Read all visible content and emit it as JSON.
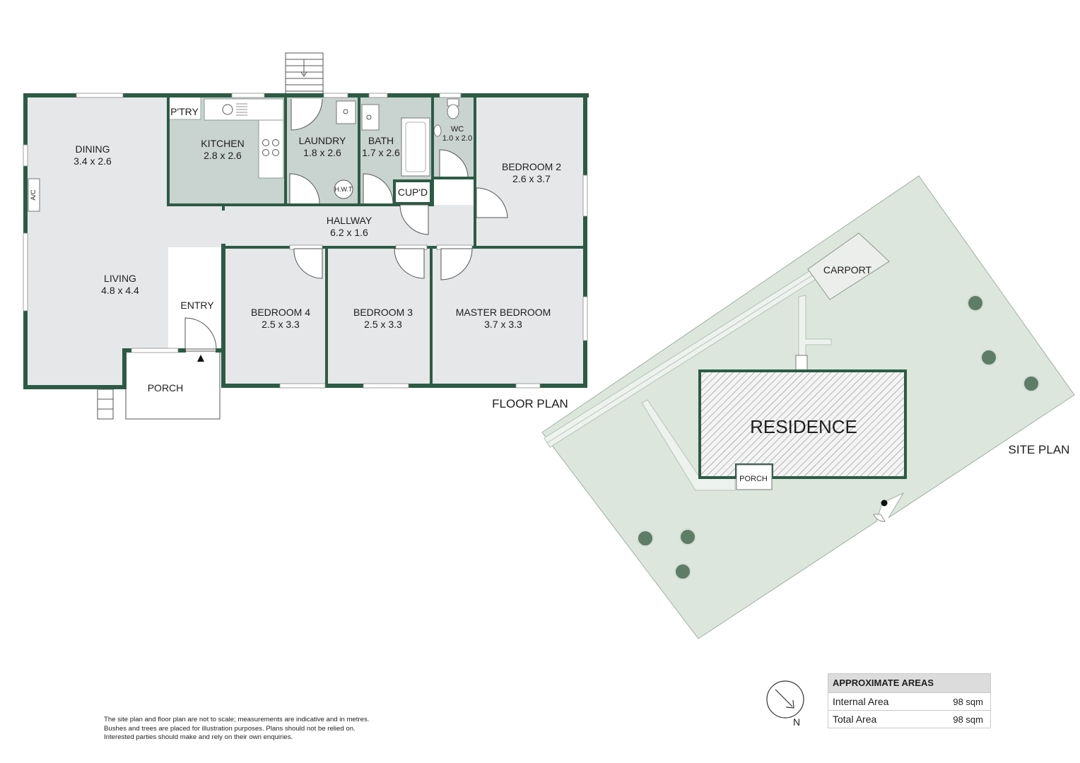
{
  "floor_plan": {
    "title": "FLOOR PLAN",
    "rooms": {
      "dining": {
        "name": "DINING",
        "size": "3.4 x 2.6"
      },
      "kitchen": {
        "name": "KITCHEN",
        "size": "2.8 x 2.6"
      },
      "pantry": {
        "name": "P'TRY"
      },
      "laundry": {
        "name": "LAUNDRY",
        "size": "1.8 x 2.6"
      },
      "bath": {
        "name": "BATH",
        "size": "1.7 x 2.6"
      },
      "wc": {
        "name": "WC",
        "size": "1.0 x 2.0"
      },
      "bedroom2": {
        "name": "BEDROOM 2",
        "size": "2.6 x 3.7"
      },
      "cupboard": {
        "name": "CUP'D"
      },
      "hallway": {
        "name": "HALLWAY",
        "size": "6.2 x 1.6"
      },
      "living": {
        "name": "LIVING",
        "size": "4.8 x 4.4"
      },
      "entry": {
        "name": "ENTRY"
      },
      "bedroom4": {
        "name": "BEDROOM 4",
        "size": "2.5 x 3.3"
      },
      "bedroom3": {
        "name": "BEDROOM 3",
        "size": "2.5 x 3.3"
      },
      "master": {
        "name": "MASTER BEDROOM",
        "size": "3.7 x 3.3"
      },
      "porch": {
        "name": "PORCH"
      }
    },
    "fixtures": {
      "hwt": "H.W.T",
      "ac": "A/C"
    }
  },
  "site_plan": {
    "title": "SITE PLAN",
    "residence": "RESIDENCE",
    "carport": "CARPORT",
    "porch": "PORCH"
  },
  "compass": {
    "label": "N"
  },
  "areas": {
    "header": "APPROXIMATE AREAS",
    "rows": [
      {
        "label": "Internal Area",
        "value": "98 sqm"
      },
      {
        "label": "Total Area",
        "value": "98 sqm"
      }
    ]
  },
  "disclaimer": [
    "The site plan and floor plan are not to scale; measurements are indicative and in metres.",
    "Bushes and trees are placed for illustration purposes. Plans should not be relied on.",
    "Interested parties should make and rely on their own enquiries."
  ],
  "colors": {
    "wall": "#2c5b45",
    "room_grey": "#e6e7e9",
    "wet_area": "#c9d3cf",
    "site_green": "#dce6dd",
    "tree": "#5e7d66"
  }
}
